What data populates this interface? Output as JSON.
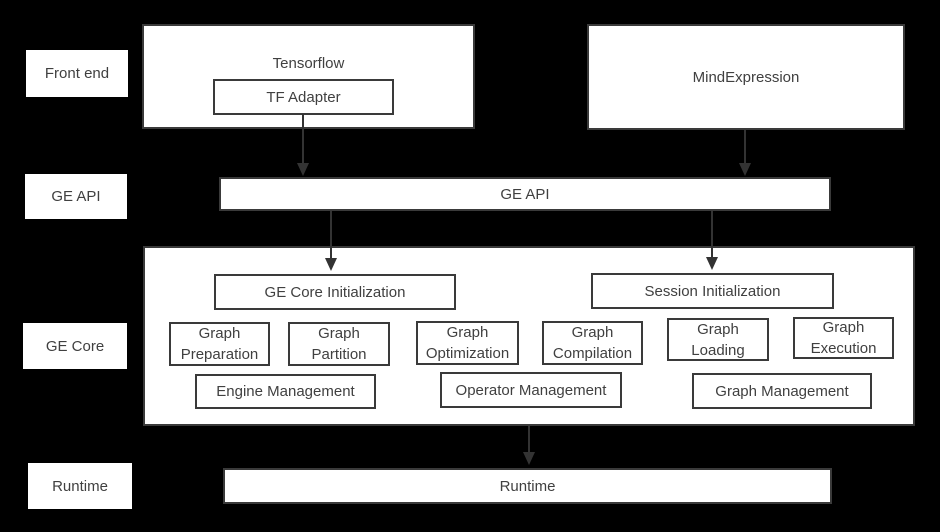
{
  "diagram": {
    "row_labels": [
      {
        "label": "Front end"
      },
      {
        "label": "GE API"
      },
      {
        "label": "GE Core"
      },
      {
        "label": "Runtime"
      }
    ],
    "front_end": {
      "tensorflow": "Tensorflow",
      "tf_adapter": "TF Adapter",
      "mindexpression": "MindExpression"
    },
    "ge_api": {
      "label": "GE API"
    },
    "ge_core": {
      "init_boxes": [
        {
          "label": "GE Core Initialization"
        },
        {
          "label": "Session Initialization"
        }
      ],
      "modules": [
        {
          "label": "Graph Preparation"
        },
        {
          "label": "Graph Partition"
        },
        {
          "label": "Graph Optimization"
        },
        {
          "label": "Graph Compilation"
        },
        {
          "label": "Graph Loading"
        },
        {
          "label": "Graph Execution"
        }
      ],
      "managers": [
        {
          "label": "Engine Management"
        },
        {
          "label": "Operator Management"
        },
        {
          "label": "Graph Management"
        }
      ]
    },
    "runtime": {
      "label": "Runtime"
    },
    "colors": {
      "background": "#000000",
      "box_fill": "#ffffff",
      "box_border": "#3a3a3a",
      "text": "#404040",
      "arrow": "#333333"
    }
  }
}
